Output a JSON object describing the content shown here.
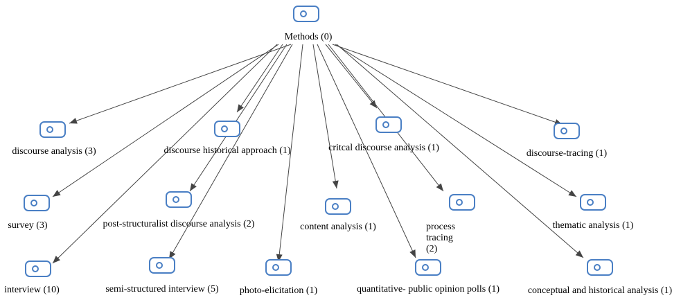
{
  "root": {
    "label": "Methods (0)",
    "icon": "code-icon"
  },
  "nodes": [
    {
      "id": "discourse-analysis",
      "label": "discourse analysis (3)"
    },
    {
      "id": "discourse-historical-approach",
      "label": "discourse historical approach (1)"
    },
    {
      "id": "critcal-discourse-analysis",
      "label": "critcal discourse analysis (1)"
    },
    {
      "id": "discourse-tracing",
      "label": "discourse-tracing  (1)"
    },
    {
      "id": "survey",
      "label": "survey (3)"
    },
    {
      "id": "post-structuralist-discourse-analysis",
      "label": "post-structuralist discourse analysis (2)"
    },
    {
      "id": "content-analysis",
      "label": "content analysis (1)"
    },
    {
      "id": "process-tracing",
      "label": "process\ntracing (2)"
    },
    {
      "id": "thematic-analysis",
      "label": "thematic analysis (1)"
    },
    {
      "id": "interview",
      "label": "interview (10)"
    },
    {
      "id": "semi-structured-interview",
      "label": "semi-structured interview (5)"
    },
    {
      "id": "photo-elicitation",
      "label": "photo-elicitation (1)"
    },
    {
      "id": "quantitative-public-opinion-polls",
      "label": "quantitative- public opinion polls (1)"
    },
    {
      "id": "conceptual-and-historical-analysis",
      "label": "conceptual and historical analysis (1)"
    }
  ],
  "colors": {
    "icon": "#4a7fc4",
    "edge": "#444444",
    "text": "#000000"
  }
}
